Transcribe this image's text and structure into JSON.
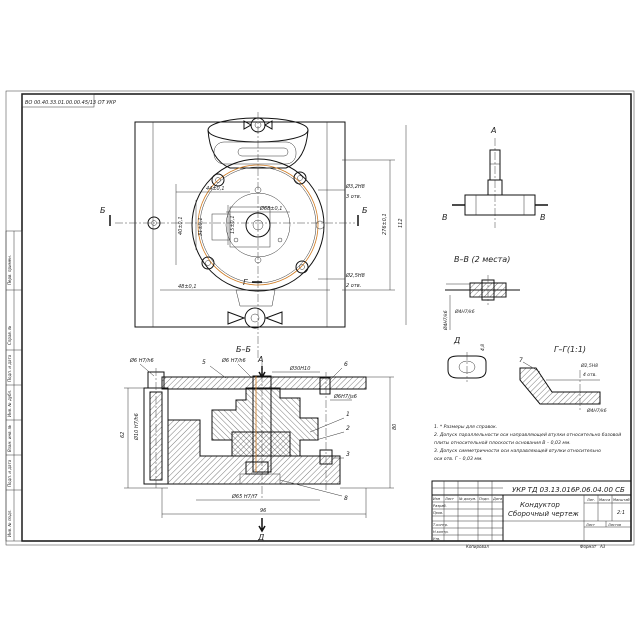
{
  "drawing_code_rotated": "ВО 00.40.33.01.00.00.45/13 ОТ УКР",
  "main_view": {
    "dims": {
      "d_44": "44±0,1",
      "d_40": "40±0,1",
      "d_31": "31±0,1",
      "d_15": "15±0,1",
      "d_68": "Ø68±0,1",
      "d_48": "48±0,1",
      "d_276": "276±0,1",
      "d_112": "112",
      "d_hole_top": "Ø3,2Н8",
      "d_hole_top_count": "3 отв.",
      "d_hole_bot": "Ø2,5Н8",
      "d_hole_bot_count": "2 отв."
    },
    "section_mark_left": "Б",
    "section_mark_right": "Б",
    "section_mark_bottom": "Г"
  },
  "view_A": {
    "title": "А",
    "mark_left": "В",
    "mark_right": "В"
  },
  "section_BB": {
    "title": "В–В (2 места)",
    "dim_1": "Ø4Н7/k6",
    "dim_2": "Ø4Н7/k6"
  },
  "view_D": {
    "title": "Д",
    "dim": "4,8"
  },
  "section_GG": {
    "title": "Г–Г(1:1)",
    "leader": "7",
    "dim_1": "Ø2,5Н8",
    "dim_2": "4 отв.",
    "dim_3": "Ø4Н7/k6"
  },
  "section_bb": {
    "title": "Б–Б",
    "view_arrow": "А",
    "bottom_arrow": "Д",
    "dims": {
      "top_left": "Ø6 Н7/h6",
      "top_mid": "Ø6 Н7/h6",
      "top_right": "Ø30Н10",
      "right_side": "Ø6Н7/js6",
      "left_side": "Ø10 Н7/h6",
      "height_left": "62",
      "height_right": "80",
      "bottom_center": "Ø65 Н7/f7",
      "overall_width": "96"
    },
    "callouts": [
      "5",
      "6",
      "1",
      "2",
      "3",
      "8"
    ]
  },
  "notes": [
    "1. * Размеры для справок.",
    "2. Допуск параллельности оси направляющей втулки относительно базовой",
    "плиты относительной плоскости основания В – 0,03 мм.",
    "3. Допуск симметричности оси направляющей втулки относительно",
    "оси отв. Г – 0,03 мм."
  ],
  "title_block": {
    "code": "УКР ТД 03.13.016Р.06.04.00 СБ",
    "name_line1": "Кондуктор",
    "name_line2": "Сборочный чертеж",
    "header_lit": "Лит.",
    "header_mass": "Масса",
    "header_scale": "Масштаб",
    "scale": "2:1",
    "sheet": "Лист",
    "sheets": "Листов",
    "rows": [
      "Изм",
      "Лист",
      "№ докум.",
      "Подп.",
      "Дата"
    ],
    "roles": [
      "Разраб.",
      "Пров.",
      "Т.контр.",
      "Н.контр.",
      "Утв."
    ]
  },
  "footer": {
    "copied": "Копировал",
    "format": "Формат",
    "format_value": "А3"
  },
  "left_margin": [
    "Перв. примен.",
    "Справ. №",
    "Подп. и дата",
    "Инв. № дубл.",
    "Взам. инв. №",
    "Подп. и дата",
    "Инв. № подл."
  ]
}
